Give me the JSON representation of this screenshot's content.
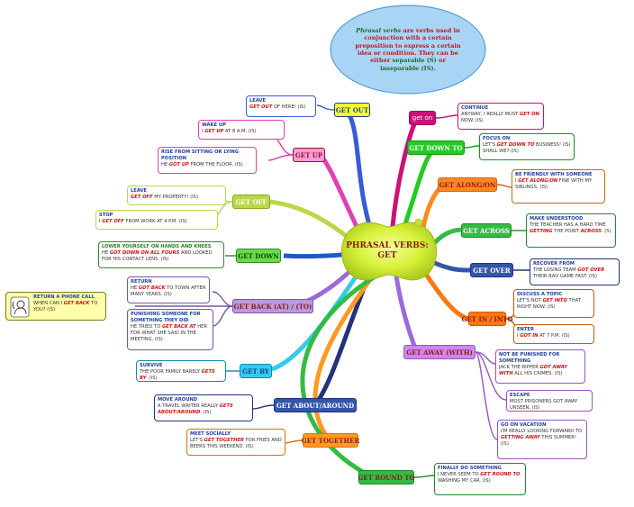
{
  "center": {
    "line1": "Phrasal verbs:",
    "line2": "Get"
  },
  "callout": {
    "part1": "Phrasal verbs",
    "part2": " are verbs used in conjunction with a certain preposition to express a certain idea or condition. They can be either ",
    "part3": "separable (S)",
    "part4": " or ",
    "part5": "inseparable (IS)",
    "part6": "."
  },
  "branches": [
    {
      "label": "Get out",
      "fill": "#ffff33",
      "text": "#1a3f8f",
      "border": "#1a3f8f"
    },
    {
      "label": "Get up",
      "fill": "#ff99dd",
      "text": "#8b1a1a",
      "border": "#8b1a1a"
    },
    {
      "label": "Get off",
      "fill": "#b8d84a",
      "text": "#ffffff",
      "border": "#88aa22"
    },
    {
      "label": "Get down",
      "fill": "#66dd44",
      "text": "#1a3f1a",
      "border": "#338833"
    },
    {
      "label": "Get back (at) / (to)",
      "fill": "#bb99dd",
      "text": "#8b1a1a",
      "border": "#7755aa"
    },
    {
      "label": "Get by",
      "fill": "#33ccee",
      "text": "#1a3f8f",
      "border": "#1a88aa"
    },
    {
      "label": "Get about/around",
      "fill": "#3355aa",
      "text": "#ffffff",
      "border": "#223377"
    },
    {
      "label": "Get together",
      "fill": "#ff9922",
      "text": "#8b1a1a",
      "border": "#cc7711"
    },
    {
      "label": "Get round to",
      "fill": "#33bb44",
      "text": "#8b1a1a",
      "border": "#228833"
    },
    {
      "label": "get on",
      "fill": "#cc1177",
      "text": "#ffffff",
      "border": "#991155"
    },
    {
      "label": "Get down to",
      "fill": "#22cc22",
      "text": "#ffffff",
      "border": "#119911"
    },
    {
      "label": "Get along/on",
      "fill": "#ff8822",
      "text": "#8b1a1a",
      "border": "#cc6611"
    },
    {
      "label": "Get across",
      "fill": "#33bb44",
      "text": "#ffffff",
      "border": "#228833"
    },
    {
      "label": "Get over",
      "fill": "#3355aa",
      "text": "#ffffff",
      "border": "#223377"
    },
    {
      "label": "Get in / into",
      "fill": "#ff7711",
      "text": "#8b1a1a",
      "border": "#cc5511"
    },
    {
      "label": "Get away (with)",
      "fill": "#cc88ee",
      "text": "#8b1a1a",
      "border": "#9955bb"
    }
  ],
  "leaves": [
    {
      "title": "Leave",
      "p1": "",
      "hl": "Get out",
      "p2": " of here! (IS)"
    },
    {
      "title": "Wake up",
      "p1": "I ",
      "hl": "get up",
      "p2": " at 8 a.m. (IS)"
    },
    {
      "title": "Rise from sitting or lying position",
      "p1": "He ",
      "hl": "got up",
      "p2": " from the floor. (IS)"
    },
    {
      "title": "Leave",
      "p1": "",
      "hl": "Get off",
      "p2": " my property! (IS)"
    },
    {
      "title": "Stop",
      "p1": "I ",
      "hl": "get off",
      "p2": " from work at 4 p.m. (IS)"
    },
    {
      "title": "Lower yourself on hands and knees",
      "p1": "He ",
      "hl": "got down on all fours",
      "p2": " and looked for his contact lens. (IS)"
    },
    {
      "title": "Return",
      "p1": "He ",
      "hl": "got back",
      "p2": " to town after many years. (IS)"
    },
    {
      "title": "Punishing someone for something they did",
      "p1": "He tried to ",
      "hl": "get back at",
      "p2": " her for what she said in the meeting. (IS)"
    },
    {
      "title": "Return a phone call",
      "p1": "When can I ",
      "hl": "get back",
      "p2": " to you? (IS)"
    },
    {
      "title": "Survive",
      "p1": "The poor family barely ",
      "hl": "gets by",
      "p2": ". (IS)"
    },
    {
      "title": "Move around",
      "p1": "A travel writer really ",
      "hl": "gets about/around",
      "p2": ". (IS)"
    },
    {
      "title": "Meet socially",
      "p1": "Let's ",
      "hl": "get together",
      "p2": " for fries and beers this weekend. (IS)"
    },
    {
      "title": "Finally do something",
      "p1": "I never seem to ",
      "hl": "get round to",
      "p2": " washing my car. (IS)"
    },
    {
      "title": "Continue",
      "p1": "Anyway, I really must ",
      "hl": "get on",
      "p2": " now. (IS)"
    },
    {
      "title": "Focus on",
      "p1": "Let's ",
      "hl": "get down to",
      "p2": " business! (IS)",
      "p3": "Shall we? (IS)"
    },
    {
      "title": "Be friendly with someone",
      "p1": "I ",
      "hl": "get along/on",
      "p2": " fine with my siblings. (IS)"
    },
    {
      "title": "Make understood",
      "p1": "The teacher has a hard time ",
      "hl": "getting",
      "p2": " the point ",
      "hl2": "across",
      "p3": ". (S)"
    },
    {
      "title": "Recover from",
      "p1": "The losing team ",
      "hl": "got over",
      "p2": " their bad game fast. (IS)"
    },
    {
      "title": "Discuss a topic",
      "p1": "Let's not ",
      "hl": "get into",
      "p2": " that right now. (IS)"
    },
    {
      "title": "Enter",
      "p1": "I ",
      "hl": "got in",
      "p2": " at 7 p.m. (IS)"
    },
    {
      "title": "Not be punished for something",
      "p1": "Jack the Ripper ",
      "hl": "got away with",
      "p2": " all his crimes. (IS)"
    },
    {
      "title": "Escape",
      "p1": "Most prisoners got away unseen. (IS)",
      "hl": "",
      "p2": ""
    },
    {
      "title": "Go on vacation",
      "p1": "I'm really looking forward to ",
      "hl": "getting away",
      "p2": " this summer! (IS)"
    }
  ],
  "colors": {
    "callout_fill": "#a8d4f5",
    "callout_stroke": "#5a9fd6",
    "blob": "#d7f23a"
  }
}
